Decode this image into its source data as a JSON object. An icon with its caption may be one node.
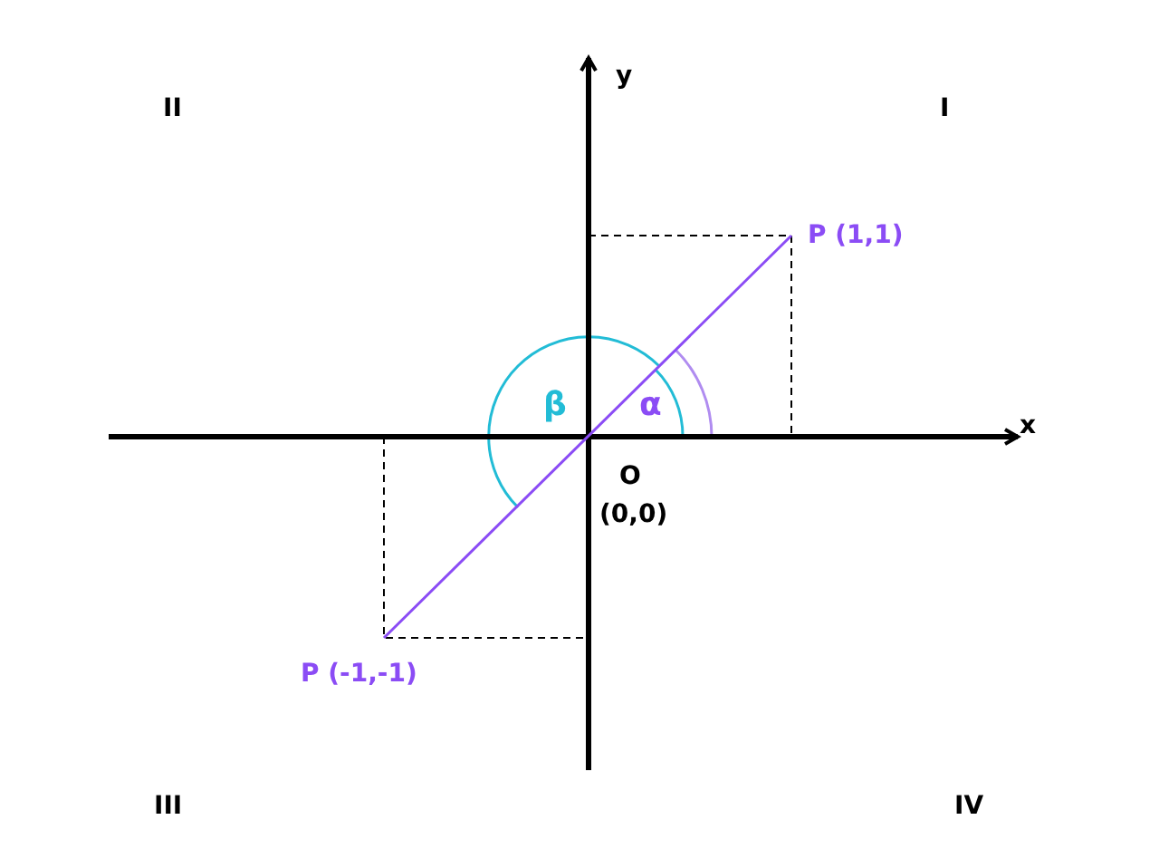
{
  "diagram": {
    "labels": [
      "y",
      "II",
      "I",
      "P (1,1)",
      "β",
      "α",
      "x",
      "O",
      "(0,0)",
      "P (-1,-1)",
      "III",
      "IV"
    ]
  }
}
